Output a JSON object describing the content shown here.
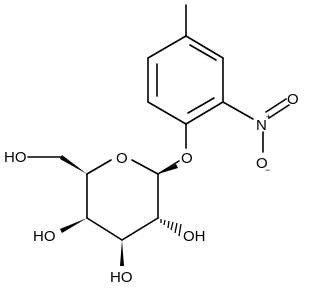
{
  "molecule": {
    "labels": {
      "ring_oxygen": "O",
      "glycosidic_oxygen": "O",
      "nitrogen": "N",
      "nitro_oxygen_double": "O",
      "nitro_oxygen_minus": "O",
      "n_charge": "+",
      "o_charge": "−",
      "hydroxymethyl_oh": "HO",
      "oh_c4": "HO",
      "oh_c3": "HO",
      "oh_c2": "OH"
    },
    "colors": {
      "bond": "#000000",
      "text": "#000000",
      "background": "#ffffff"
    }
  }
}
